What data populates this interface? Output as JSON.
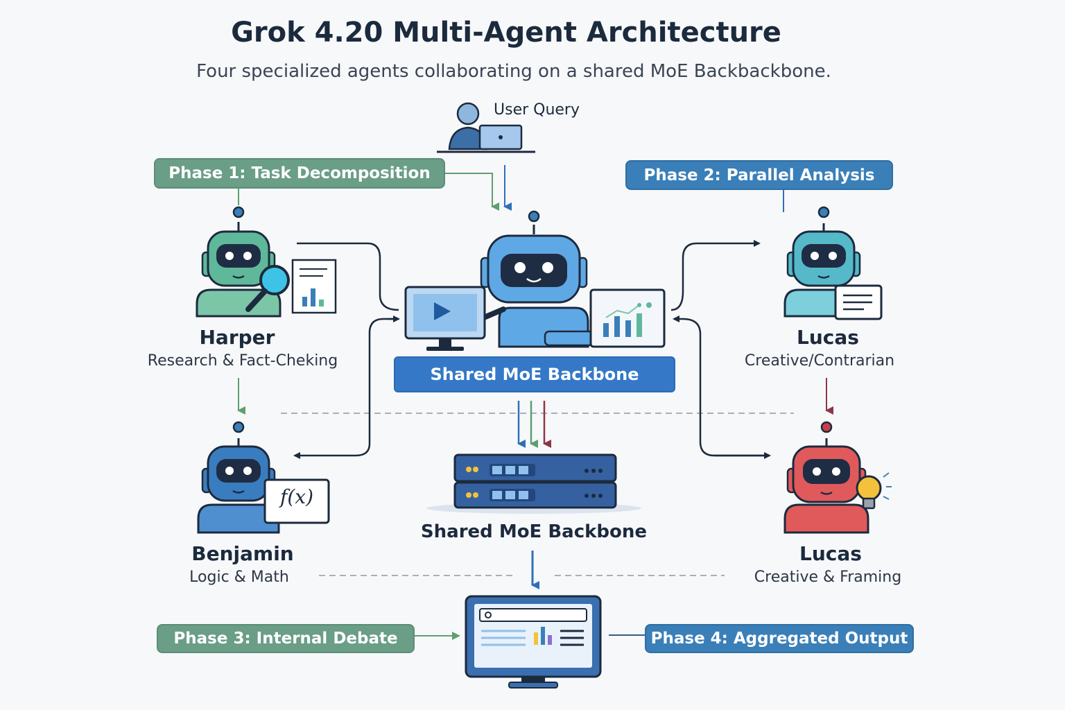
{
  "header": {
    "title": "Grok 4.20 Multi-Agent Architecture",
    "subtitle": "Four specialized agents collaborating on a shared MoE Backbackbone."
  },
  "user_query": {
    "label": "User Query"
  },
  "phases": [
    {
      "label": "Phase 1: Task Decomposition",
      "color": "#6a9e86"
    },
    {
      "label": "Phase 2: Parallel Analysis",
      "color": "#3a7fb8"
    },
    {
      "label": "Phase 3: Internal Debate",
      "color": "#6a9e86"
    },
    {
      "label": "Phase 4: Aggregated Output",
      "color": "#3a7fb8"
    }
  ],
  "agents": [
    {
      "name": "Harper",
      "role": "Research & Fact-Cheking",
      "color": "#5fb89a",
      "icon": "magnifier-icon"
    },
    {
      "name": "Benjamin",
      "role": "Logic & Math",
      "color": "#3a7cc0",
      "icon": "function-icon",
      "icon_text": "f(x)"
    },
    {
      "name": "Lucas",
      "role": "Creative/Contrarian",
      "color": "#55b9c9",
      "icon": "document-icon"
    },
    {
      "name": "Lucas",
      "role": "Creative & Framing",
      "color": "#e05a5c",
      "icon": "lightbulb-icon"
    }
  ],
  "center": {
    "backbone_bar_label": "Shared MoE Backbone",
    "server_label": "Shared MoE Backbone",
    "color": "#5fa8e6"
  },
  "colors": {
    "navy": "#1c2a3d",
    "green_arrow": "#5e9f6f",
    "blue_arrow": "#2f6fb8",
    "red_arrow": "#8c3646"
  }
}
